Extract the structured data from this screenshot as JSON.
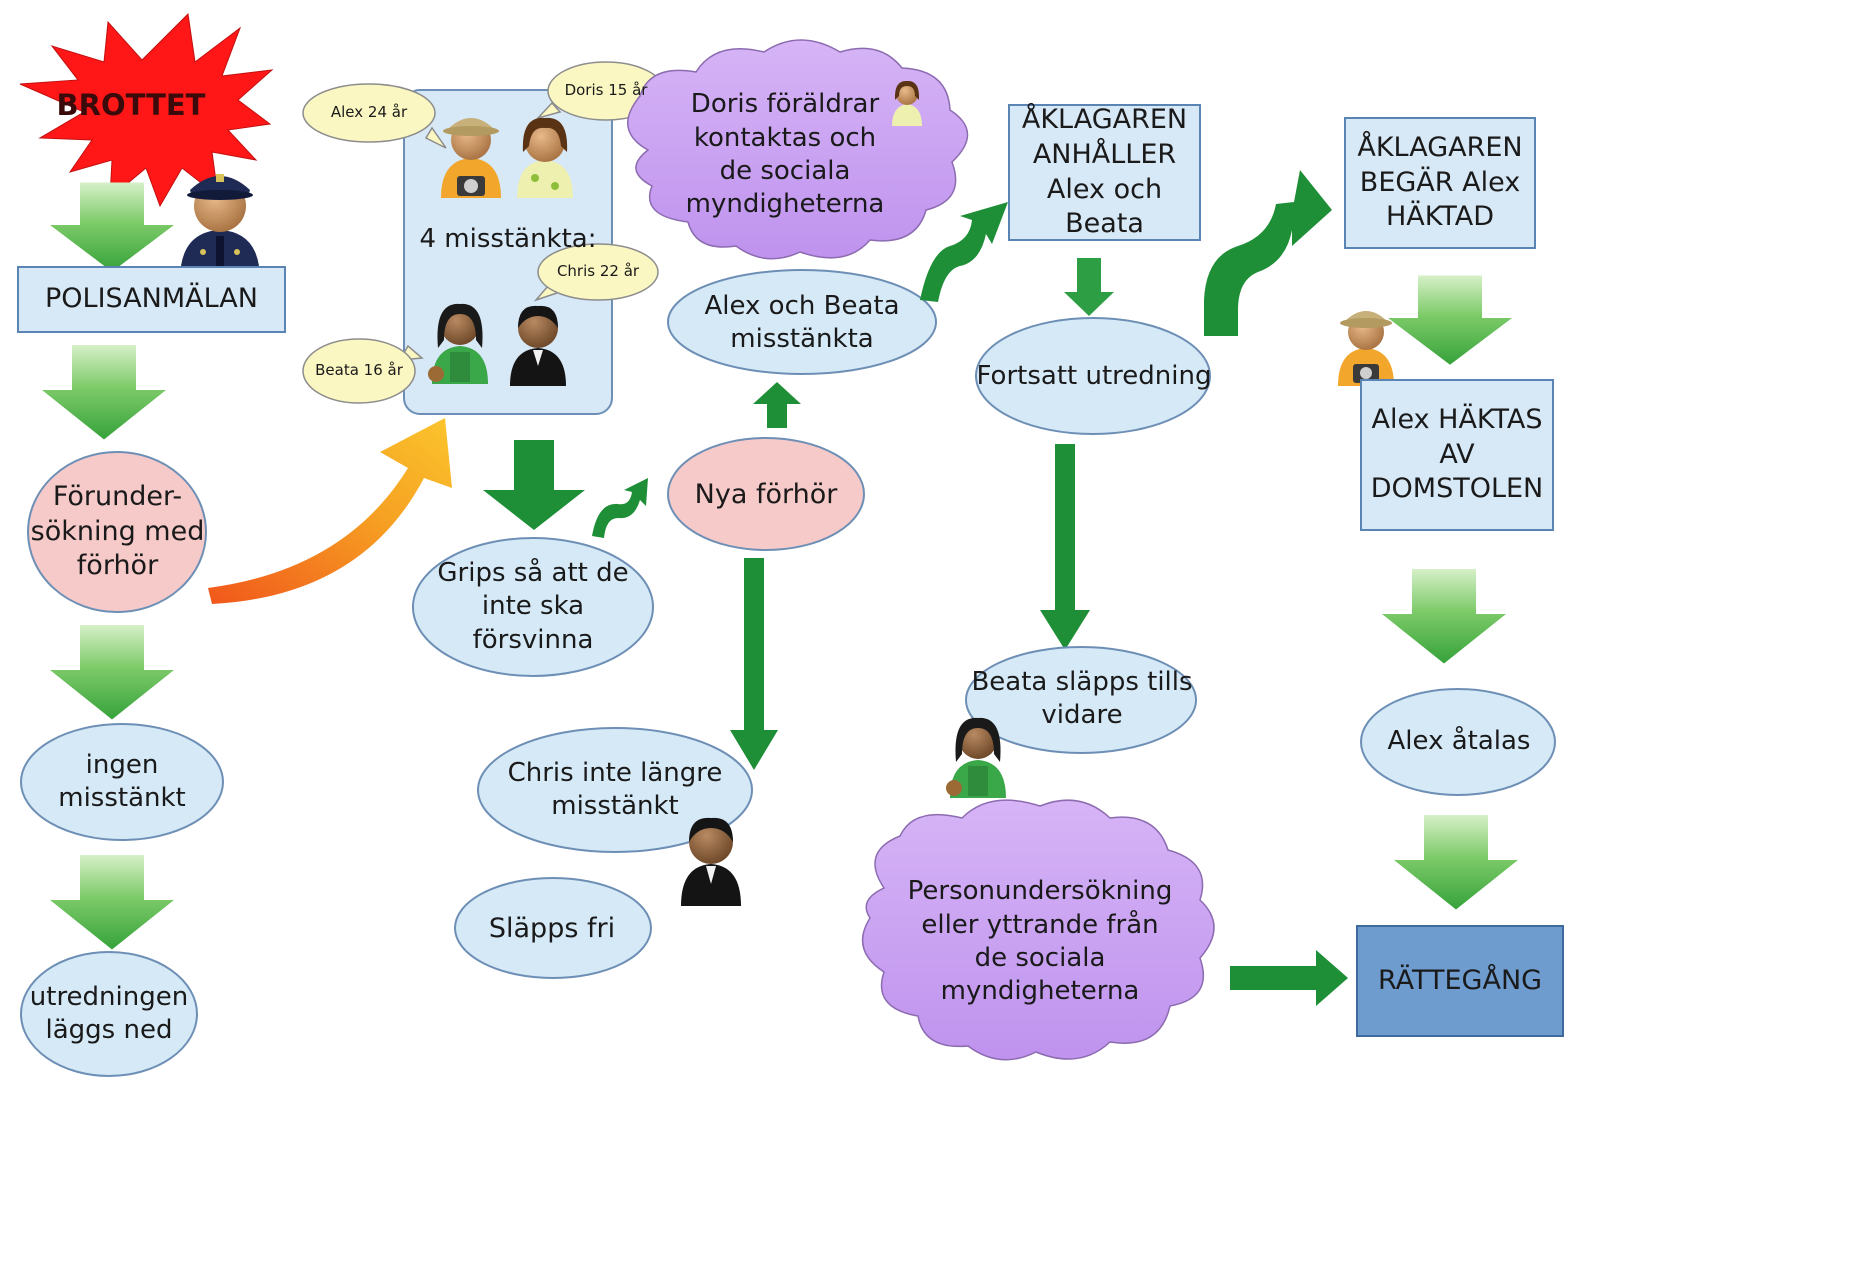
{
  "colors": {
    "bubble_blue": "#d5e9f7",
    "pink": "#f7caca",
    "cloud_purple": "#c9a2f2",
    "box_blue": "#d7e8f6",
    "rattegang_blue": "#6e9ccf",
    "star_red": "#ff1a1a",
    "arrow_green": "#42a541",
    "dark_green": "#1e8e37",
    "orange": "#f49a22"
  },
  "diagram": {
    "brottet": "BROTTET",
    "polisanmalan": "POLISANMÄLAN",
    "forundersokning": "Förunder-\nsökning med\nförhör",
    "ingen_misstankt": "ingen misstänkt",
    "utredningen_laggs_ned": "utredningen\nläggs ned",
    "suspects_label": "4 misstänkta:",
    "alex_bubble": "Alex 24 år",
    "doris_bubble": "Doris 15 år",
    "chris_bubble": "Chris 22 år",
    "beata_bubble": "Beata 16 år",
    "grips": "Grips så att de\ninte ska\nförsvinna",
    "doris_foraldrar": "Doris föräldrar\nkontaktas och\nde sociala\nmyndigheterna",
    "alex_beata_misstankta": "Alex och Beata\nmisstänkta",
    "nya_forhor": "Nya förhör",
    "chris_inte_langre": "Chris inte längre\nmisstänkt",
    "slapps_fri": "Släpps fri",
    "aklagaren_anhaller": "ÅKLAGAREN\nANHÅLLER\nAlex och Beata",
    "fortsatt_utredning": "Fortsatt utredning",
    "beata_slapps": "Beata släpps tills\nvidare",
    "personundersokning": "Personundersökning\neller yttrande från\nde sociala\nmyndigheterna",
    "aklagaren_begar": "ÅKLAGAREN\nBEGÄR Alex\nHÄKTAD",
    "alex_haktas": "Alex HÄKTAS\nAV\nDOMSTOLEN",
    "alex_atalas": "Alex åtalas",
    "rattegang": "RÄTTEGÅNG"
  },
  "icons": [
    "police-officer-icon",
    "alex-person-icon",
    "doris-person-icon",
    "beata-person-icon",
    "chris-person-icon"
  ]
}
